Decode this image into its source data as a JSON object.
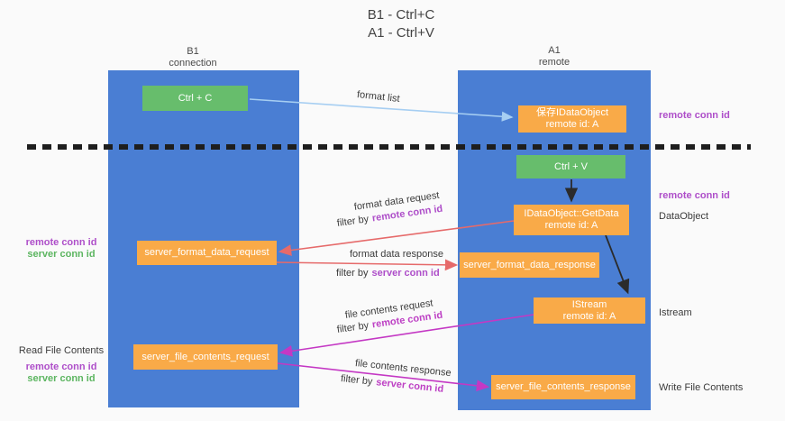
{
  "title": {
    "line1": "B1 - Ctrl+C",
    "line2": "A1 - Ctrl+V"
  },
  "columns": {
    "left": {
      "name": "B1",
      "subtitle": "connection"
    },
    "right": {
      "name": "A1",
      "subtitle": "remote"
    }
  },
  "nodes": {
    "ctrl_c": "Ctrl + C",
    "ctrl_v": "Ctrl + V",
    "save_dataobject": {
      "line1": "保存IDataObject",
      "line2": "remote id: A"
    },
    "getdata": {
      "line1": "IDataObject::GetData",
      "line2": "remote id: A"
    },
    "istream": {
      "line1": "IStream",
      "line2": "remote id: A"
    },
    "format_request": "server_format_data_request",
    "format_response": "server_format_data_response",
    "file_request": "server_file_contents_request",
    "file_response": "server_file_contents_response"
  },
  "side_labels": {
    "remote_conn_top": "remote conn id",
    "remote_conn_mid": "remote conn id",
    "dataobject": "DataObject",
    "istream": "Istream",
    "write_file": "Write File Contents",
    "read_file": "Read File Contents",
    "left1_remote": "remote conn id",
    "left1_server": "server conn id",
    "left2_remote": "remote conn id",
    "left2_server": "server conn id"
  },
  "arrow_labels": {
    "format_list": "format list",
    "format_request": "format data request",
    "format_request_filter": {
      "prefix": "filter by",
      "key": "remote conn id"
    },
    "format_response": "format data response",
    "format_response_filter": {
      "prefix": "filter by",
      "key": "server conn id"
    },
    "file_request": "file contents request",
    "file_request_filter": {
      "prefix": "filter by",
      "key": "remote conn id"
    },
    "file_response": "file contents response",
    "file_response_filter": {
      "prefix": "filter by",
      "key": "server conn id"
    }
  },
  "colors": {
    "column_blue": "#4a7ed3",
    "box_green": "#67bd6c",
    "box_orange": "#f9aa48",
    "arrow_lightblue": "#a6cef2",
    "arrow_red": "#e66a6a",
    "arrow_magenta": "#c438c4",
    "arrow_black": "#2b2b2b",
    "text_purple": "#ae4ec9",
    "text_magenta": "#bd40c4",
    "text_green": "#5cb560",
    "dashed_line": "#1e1e1e"
  }
}
